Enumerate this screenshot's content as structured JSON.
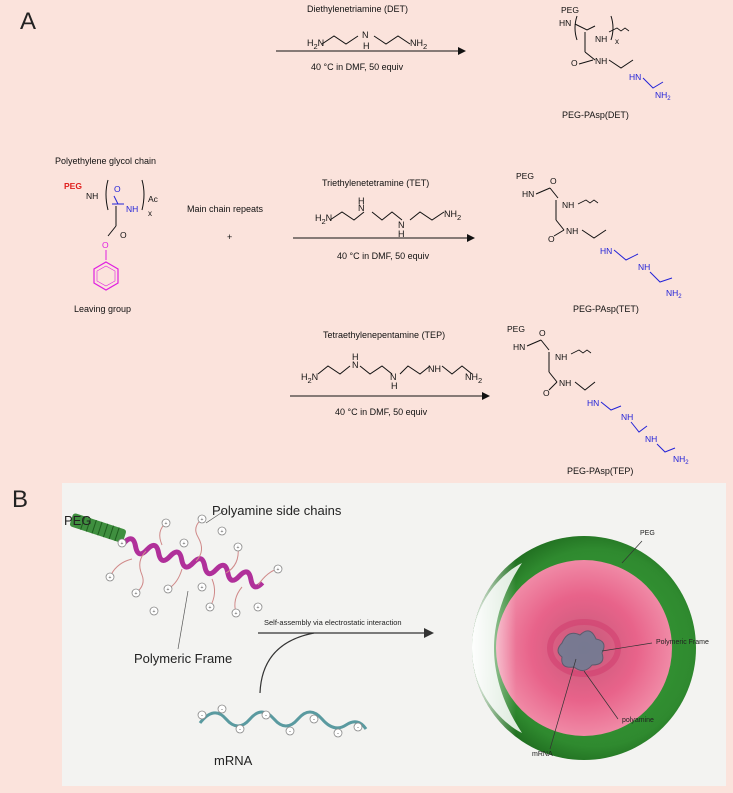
{
  "panel_a": {
    "label": "A",
    "reactions": [
      {
        "reagent": "Diethylenetriamine (DET)",
        "conditions": "40 °C in DMF, 50 equiv",
        "product": "PEG-PAsp(DET)"
      },
      {
        "reagent": "Triethylenetetramine (TET)",
        "conditions": "40 °C in DMF, 50 equiv",
        "product": "PEG-PAsp(TET)"
      },
      {
        "reagent": "Tetraethylenepentamine (TEP)",
        "conditions": "40 °C in DMF, 50 equiv",
        "product": "PEG-PAsp(TEP)"
      }
    ],
    "starting_material": {
      "top_label": "Polyethylene glycol chain",
      "side_label": "Main chain repeats",
      "bottom_label": "Leaving group",
      "plus": "+"
    },
    "atoms": {
      "peg": "PEG",
      "hn": "HN",
      "nh": "NH",
      "nh2": "NH2",
      "h2n": "H2N",
      "n": "N",
      "h": "H",
      "o": "O",
      "ac": "Ac",
      "x": "x"
    }
  },
  "panel_b": {
    "label": "B",
    "peg": "PEG",
    "side_chains": "Polyamine side chains",
    "frame": "Polymeric Frame",
    "arrow_label": "Self-assembly via electrostatic interaction",
    "mrna": "mRNA",
    "particle_labels": {
      "peg": "PEG",
      "frame": "Polymeric Frame",
      "polyamine": "polyamine",
      "mrna": "mRNA"
    }
  },
  "colors": {
    "background": "#fbe3dc",
    "peg_red": "#e0201e",
    "amine_blue": "#2323d8",
    "leaving_magenta": "#e020e0",
    "shell_green": "#2f8a2f",
    "core_pink": "#e8638a"
  }
}
